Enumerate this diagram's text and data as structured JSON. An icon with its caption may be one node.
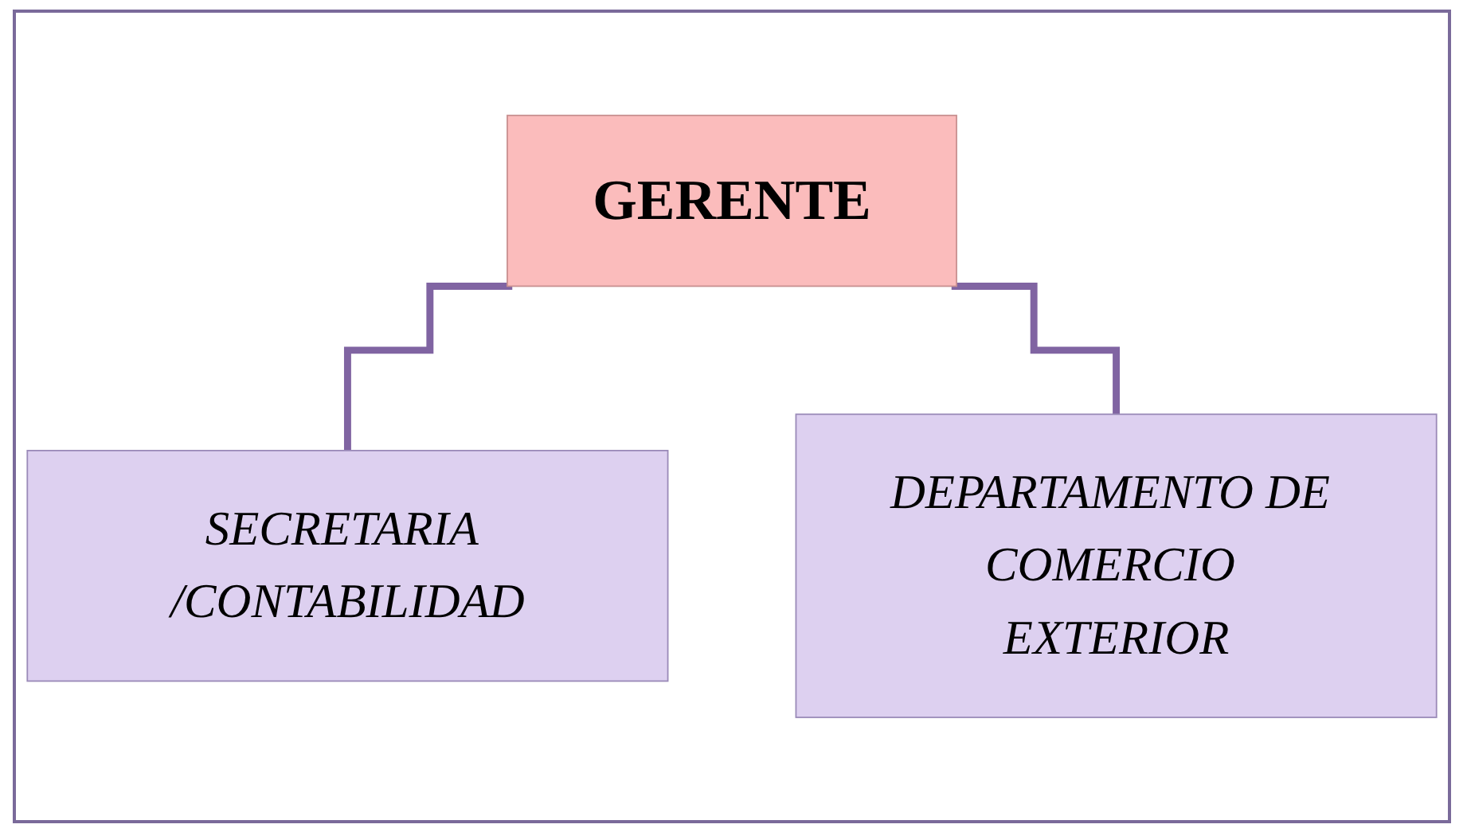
{
  "diagram": {
    "nodes": [
      {
        "text": [
          "GERENTE"
        ]
      },
      {
        "text": [
          "SECRETARIA /CONTABILIDAD"
        ]
      },
      {
        "text": [
          "DEPARTAMENTO DE COMERCIO EXTERIOR"
        ]
      }
    ],
    "edges": [
      {
        "from": 0,
        "to": 1,
        "arrow": "none"
      },
      {
        "from": 0,
        "to": 2,
        "arrow": "none"
      }
    ]
  }
}
